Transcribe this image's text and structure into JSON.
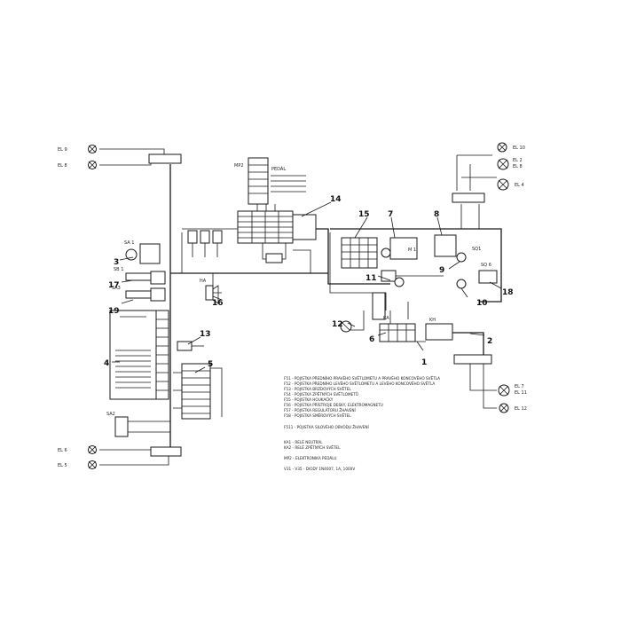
{
  "callouts": [
    {
      "num": "1"
    },
    {
      "num": "2"
    },
    {
      "num": "3"
    },
    {
      "num": "4"
    },
    {
      "num": "5"
    },
    {
      "num": "6"
    },
    {
      "num": "7"
    },
    {
      "num": "8"
    },
    {
      "num": "9"
    },
    {
      "num": "10"
    },
    {
      "num": "11"
    },
    {
      "num": "12"
    },
    {
      "num": "13"
    },
    {
      "num": "14"
    },
    {
      "num": "15"
    },
    {
      "num": "16"
    },
    {
      "num": "17"
    },
    {
      "num": "18"
    },
    {
      "num": "19"
    }
  ],
  "components": {
    "el9": "EL 9",
    "el8": "EL 8",
    "el6": "EL 6",
    "el5": "EL 5",
    "sa1": "SA 1",
    "sb1": "SB 1",
    "sa3": "SA3",
    "sa2": "SA2",
    "ha": "HA",
    "mp2": "MP2",
    "pedal": "PEDÁL",
    "el10": "EL 10",
    "el2": "EL 2",
    "el8r": "EL 8",
    "el4": "EL 4",
    "el7": "EL 7",
    "el11": "EL 11",
    "el12": "EL 12",
    "sq1": "SQ1",
    "sq6": "SQ 6",
    "m1": "M 1",
    "kh": "KH",
    "ka": "KA"
  },
  "legend": [
    "F51 - POJISTKA PŘEDNÍHO PRAVÉHO SVĚTLOMETU A PRAVÉHO KONCOVÉHO SVĚTLA",
    "F52 - POJISTKA PŘEDNÍHO LEVÉHO SVĚTLOMETU A LEVÉHO KONCOVÉHO SVĚTLA",
    "F53 - POJISTKA BRZDOVÝCH SVĚTEL",
    "F54 - POJISTKA ZPĚTNÝCH SVĚTLOMETŮ",
    "F55 - POJISTKA HOUKAČKY",
    "F56 - POJISTKA PŘÍSTROJE DESKY, ELEKTROMAGNETU",
    "F57 - POJISTKA REGULÁTORU ŽHAVENÍ",
    "F58 - POJISTKA SMĚROVÝCH SVĚTEL",
    "F511 - POJISTKA SILOVÉHO OBVODU ŽHAVENÍ",
    "KA1 - RELÉ NEUTRÁL",
    "KA2 - RELÉ ZPĚTNÝCH SVĚTEL",
    "MP2 - ELEKTRONIKA PEDÁLU",
    "V31 - V35 - DIODY 1N4007, 1A, 1000V"
  ]
}
